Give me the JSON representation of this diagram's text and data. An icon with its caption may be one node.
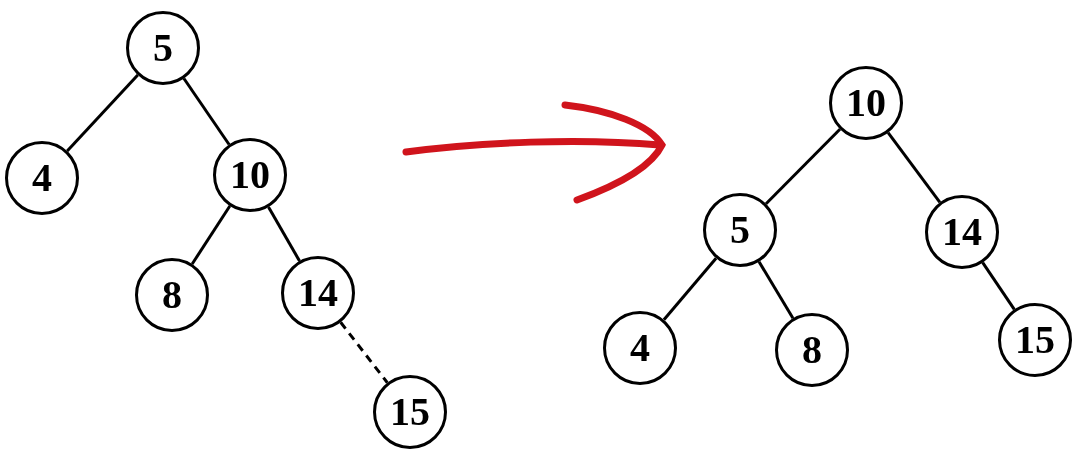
{
  "diagram": {
    "nodes": [
      {
        "text": [
          "5"
        ]
      },
      {
        "text": [
          "4"
        ]
      },
      {
        "text": [
          "10"
        ]
      },
      {
        "text": [
          "8"
        ]
      },
      {
        "text": [
          "14"
        ]
      },
      {
        "text": [
          "15"
        ]
      },
      {
        "text": [
          "10"
        ]
      },
      {
        "text": [
          "5"
        ]
      },
      {
        "text": [
          "14"
        ]
      },
      {
        "text": [
          "4"
        ]
      },
      {
        "text": [
          "8"
        ]
      },
      {
        "text": [
          "15"
        ]
      }
    ],
    "edges": [
      {
        "from": 0,
        "to": 1,
        "arrow": "none"
      },
      {
        "from": 0,
        "to": 2,
        "arrow": "none"
      },
      {
        "from": 2,
        "to": 3,
        "arrow": "none"
      },
      {
        "from": 2,
        "to": 4,
        "arrow": "none"
      },
      {
        "from": 4,
        "to": 5,
        "arrow": "none",
        "style": "dashed"
      },
      {
        "from": 6,
        "to": 7,
        "arrow": "none"
      },
      {
        "from": 6,
        "to": 8,
        "arrow": "none"
      },
      {
        "from": 7,
        "to": 9,
        "arrow": "none"
      },
      {
        "from": 7,
        "to": 10,
        "arrow": "none"
      },
      {
        "from": 8,
        "to": 11,
        "arrow": "none"
      }
    ]
  }
}
